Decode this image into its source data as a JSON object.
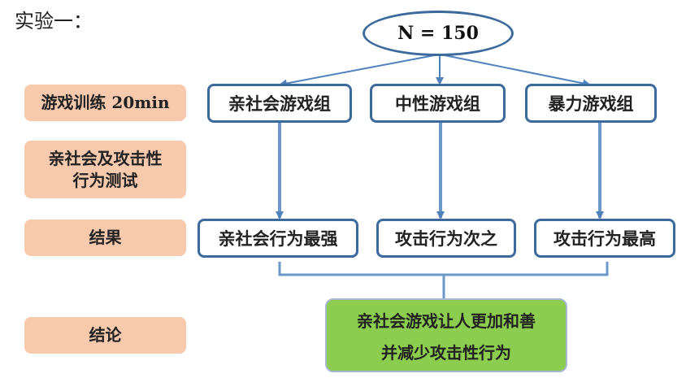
{
  "heading": "实验一：",
  "root": {
    "label": "N = 150"
  },
  "labels": [
    {
      "lines": [
        "游戏训练 20min"
      ]
    },
    {
      "lines": [
        "亲社会及攻击性",
        "行为测试"
      ]
    },
    {
      "lines": [
        "结果"
      ]
    },
    {
      "lines": [
        "结论"
      ]
    }
  ],
  "groups": [
    {
      "label": "亲社会游戏组"
    },
    {
      "label": "中性游戏组"
    },
    {
      "label": "暴力游戏组"
    }
  ],
  "results": [
    {
      "label": "亲社会行为最强"
    },
    {
      "label": "攻击行为次之"
    },
    {
      "label": "攻击行为最高"
    }
  ],
  "conclusion": {
    "lines": [
      "亲社会游戏让人更加和善",
      "并减少攻击性行为"
    ]
  },
  "colors": {
    "label_fill": "#f7c9ad",
    "box_border": "#3d6a9c",
    "arrow": "#4f81bd",
    "conclusion_fill": "#8ccc4f"
  }
}
